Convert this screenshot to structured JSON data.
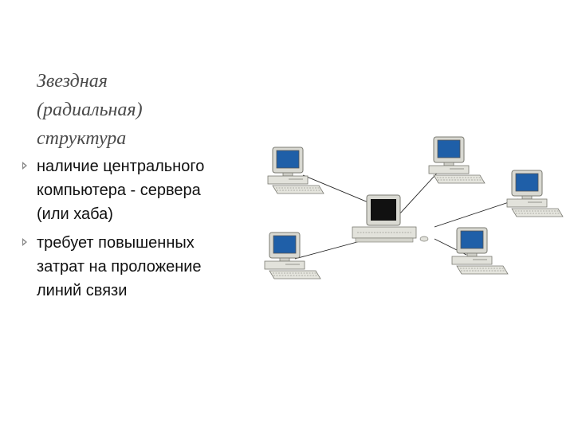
{
  "slide": {
    "title_lines": [
      "Звездная",
      "(радиальная)",
      "структура"
    ],
    "bullets": [
      {
        "lines": [
          "наличие центрального",
          "компьютера - сервера",
          "(или хаба)"
        ]
      },
      {
        "lines": [
          "требует повышенных",
          "затрат на проложение",
          "линий связи"
        ]
      }
    ]
  },
  "diagram": {
    "topology": "star",
    "center_node": "server-computer",
    "peripheral_nodes": [
      "workstation-top-left",
      "workstation-top-center",
      "workstation-right",
      "workstation-bottom-left",
      "workstation-bottom-right"
    ],
    "colors": {
      "screen": "#1f5fa8",
      "server_screen": "#111111",
      "case": "#d9d9d2",
      "outline": "#7a7a72",
      "link": "#222222"
    }
  }
}
